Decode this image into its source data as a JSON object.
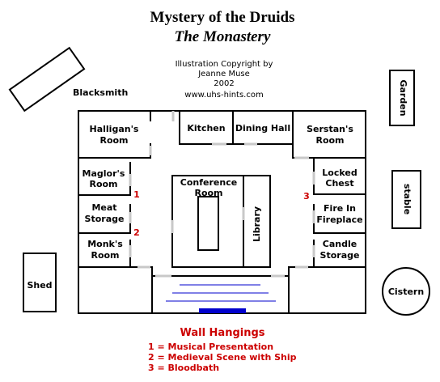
{
  "title": "Mystery of the Druids",
  "subtitle": "The Monastery",
  "credit": {
    "line1": "Illustration Copyright by",
    "line2": "Jeanne Muse",
    "line3": "2002",
    "line4": "www.uhs-hints.com"
  },
  "rooms": {
    "blacksmith": "Blacksmith",
    "garden": "Garden",
    "stable": "stable",
    "shed": "Shed",
    "cistern": "Cistern",
    "halligan_1": "Halligan's",
    "halligan_2": "Room",
    "kitchen": "Kitchen",
    "dining_hall": "Dining Hall",
    "serstan_1": "Serstan's",
    "serstan_2": "Room",
    "maglor_1": "Maglor's",
    "maglor_2": "Room",
    "meat_1": "Meat",
    "meat_2": "Storage",
    "monk_1": "Monk's",
    "monk_2": "Room",
    "conference_1": "Conference",
    "conference_2": "Room",
    "library": "Library",
    "locked_1": "Locked",
    "locked_2": "Chest",
    "fire_1": "Fire In",
    "fire_2": "Fireplace",
    "candle_1": "Candle",
    "candle_2": "Storage"
  },
  "markers": {
    "m1": "1",
    "m2": "2",
    "m3": "3"
  },
  "legend": {
    "heading": "Wall Hangings",
    "item1": "1 = Musical Presentation",
    "item2": "2 = Medieval Scene with Ship",
    "item3": "3 = Bloodbath"
  },
  "colors": {
    "marker": "#cc0000",
    "altar": "#0000cc",
    "doorway": "#c8c8c8"
  }
}
